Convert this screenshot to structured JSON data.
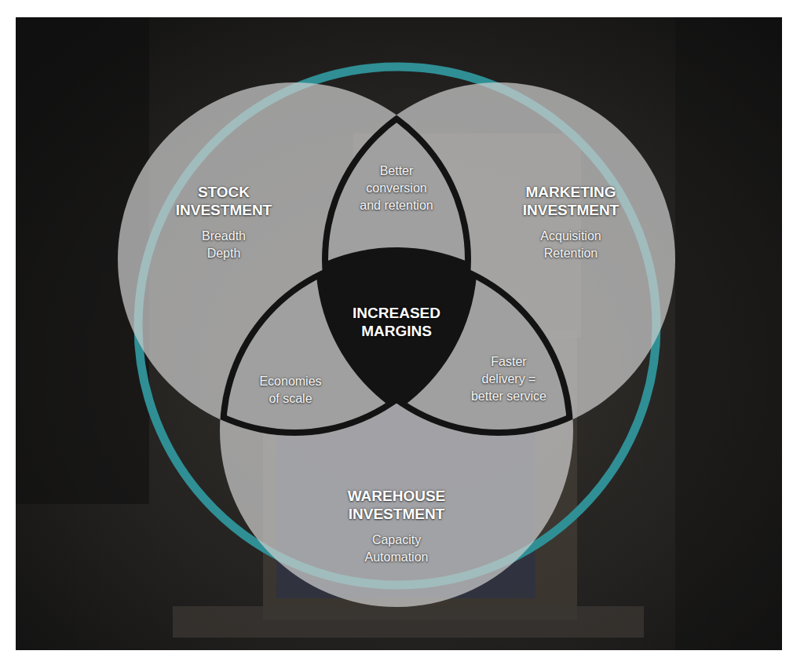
{
  "diagram": {
    "nodes": [
      {
        "text": [
          "STOCK INVESTMENT",
          "Breadth Depth"
        ]
      },
      {
        "text": [
          "Better conversion and retention"
        ]
      },
      {
        "text": [
          "MARKETING INVESTMENT",
          "Acquisition Retention"
        ]
      },
      {
        "text": [
          "INCREASED MARGINS"
        ]
      },
      {
        "text": [
          "Economies of scale"
        ]
      },
      {
        "text": [
          "Faster delivery = better service"
        ]
      },
      {
        "text": [
          "WAREHOUSE INVESTMENT",
          "Capacity Automation"
        ]
      }
    ]
  }
}
